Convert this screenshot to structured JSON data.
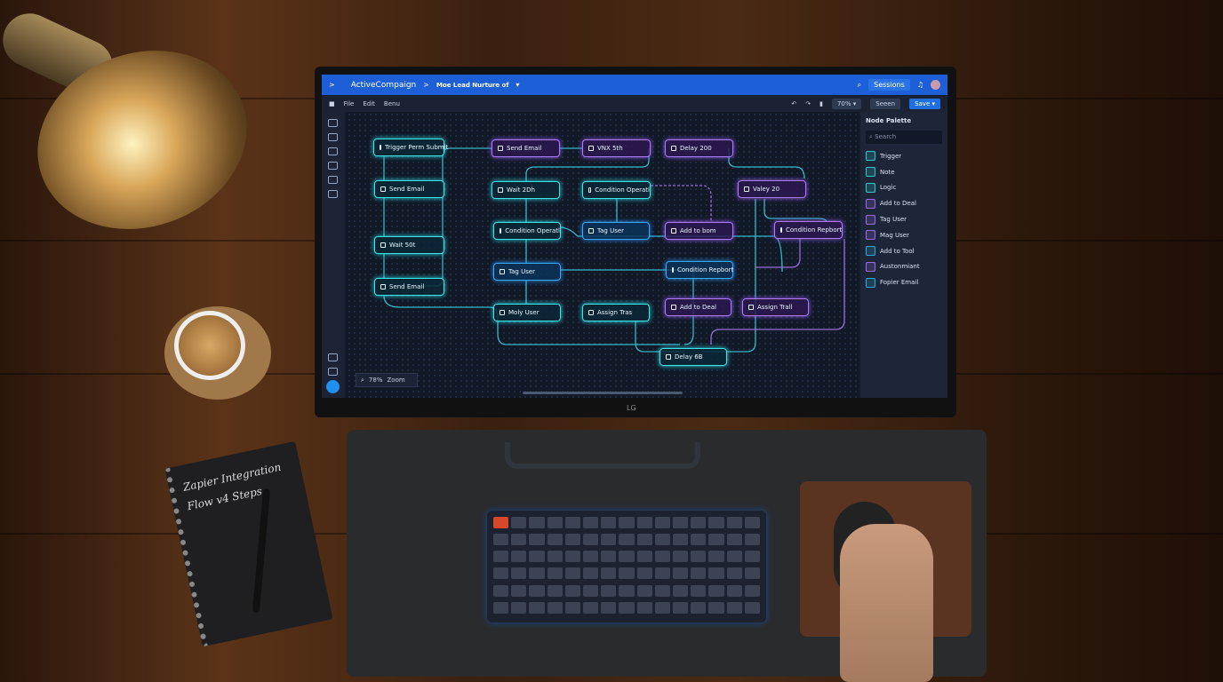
{
  "app": {
    "name": "ActiveCompaign",
    "breadcrumb_sep": ">",
    "workflow_title": "Moe Lead Nurture of",
    "sessions_label": "Sessions"
  },
  "toolbar": {
    "menu": [
      "File",
      "Edit",
      "Benu"
    ],
    "zoom": "70%",
    "secondary_button": "Seeen",
    "save_button": "Save"
  },
  "canvas": {
    "zoom_readout": "78%",
    "zoom_label": "Zoom",
    "nodes": [
      {
        "label": "Trigger Perm Submit",
        "tone": "teal"
      },
      {
        "label": "Send Email",
        "tone": "teal"
      },
      {
        "label": "Wait 50t",
        "tone": "teal"
      },
      {
        "label": "Send Email",
        "tone": "teal"
      },
      {
        "label": "Send Email",
        "tone": "purple"
      },
      {
        "label": "VNX 5th",
        "tone": "purple"
      },
      {
        "label": "Delay 200",
        "tone": "purple"
      },
      {
        "label": "Wait 2Dh",
        "tone": "teal"
      },
      {
        "label": "Condition Operatl",
        "tone": "teal"
      },
      {
        "label": "Valey 20",
        "tone": "purple"
      },
      {
        "label": "Condition Operatl",
        "tone": "teal"
      },
      {
        "label": "Tag User",
        "tone": "blue"
      },
      {
        "label": "Add to bom",
        "tone": "purple"
      },
      {
        "label": "Condition Repbort",
        "tone": "purple"
      },
      {
        "label": "Tag User",
        "tone": "blue"
      },
      {
        "label": "Condition Repbort",
        "tone": "blue"
      },
      {
        "label": "Moly User",
        "tone": "teal"
      },
      {
        "label": "Assign Tras",
        "tone": "teal"
      },
      {
        "label": "Add to Deal",
        "tone": "purple"
      },
      {
        "label": "Assign Trall",
        "tone": "purple"
      },
      {
        "label": "Delay 6B",
        "tone": "teal"
      }
    ]
  },
  "palette": {
    "title": "Node Palette",
    "search_placeholder": "Search",
    "items": [
      {
        "label": "Trigger",
        "color": "#2fc7c7"
      },
      {
        "label": "Note",
        "color": "#2fc7c7"
      },
      {
        "label": "Logic",
        "color": "#2fc7c7"
      },
      {
        "label": "Add to Deal",
        "color": "#9a6cf0"
      },
      {
        "label": "Tag User",
        "color": "#9a6cf0"
      },
      {
        "label": "Mag User",
        "color": "#9a6cf0"
      },
      {
        "label": "Add to Tool",
        "color": "#2fa8e0"
      },
      {
        "label": "Austonmiant",
        "color": "#9a6cf0"
      },
      {
        "label": "Fopier Email",
        "color": "#2fa8e0"
      }
    ]
  },
  "monitor_brand": "LG",
  "notebook": {
    "line1": "Zapier Integration",
    "line2": "Flow v4 Steps"
  },
  "colors": {
    "header": "#1c5fd6",
    "canvas": "#111826",
    "teal": "#3ee6e6",
    "purple": "#b07cff"
  }
}
